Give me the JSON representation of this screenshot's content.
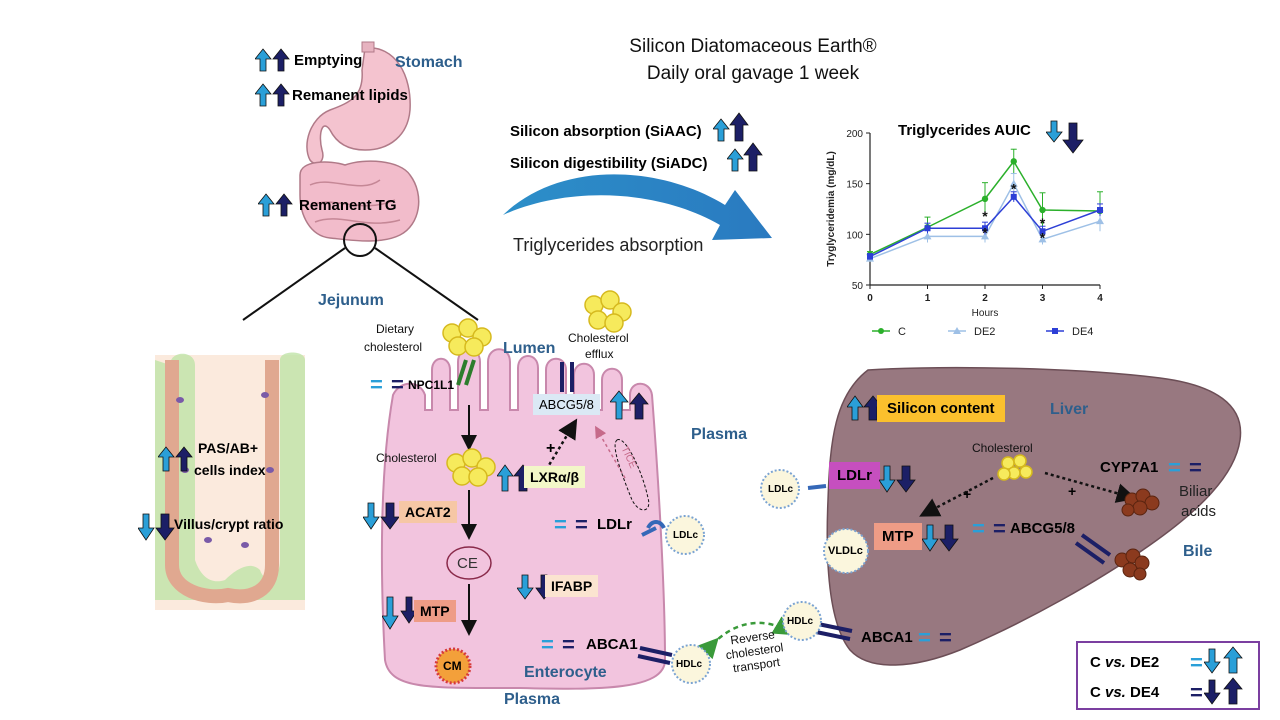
{
  "header": {
    "title_line1": "Silicon Diatomaceous Earth®",
    "title_line2": "Daily oral gavage 1 week"
  },
  "stomach": {
    "label": "Stomach",
    "emptying": "Emptying",
    "remanent_lipids": "Remanent lipids",
    "remanent_tg": "Remanent TG",
    "jejunum": "Jejunum"
  },
  "absorption": {
    "siaac": "Silicon absorption (SiAAC)",
    "siadc": "Silicon digestibility (SiADC)",
    "arrow_label": "Triglycerides absorption"
  },
  "chart_data": {
    "type": "line",
    "title": "Triglycerides AUIC",
    "xlabel": "Hours",
    "ylabel": "Tryglyceridemia (mg/dL)",
    "xlim": [
      0,
      4
    ],
    "ylim": [
      50,
      200
    ],
    "xticks": [
      0,
      1,
      2,
      3,
      4
    ],
    "yticks": [
      50,
      100,
      150,
      200
    ],
    "legend_position": "bottom",
    "series": [
      {
        "name": "C",
        "color": "#2bb02b",
        "marker": "circle",
        "x": [
          0,
          1,
          2,
          2.5,
          3,
          4
        ],
        "y": [
          80,
          107,
          135,
          172,
          124,
          123
        ],
        "err": [
          3,
          10,
          16,
          12,
          17,
          19
        ]
      },
      {
        "name": "DE2",
        "color": "#9ec0e6",
        "marker": "triangle",
        "x": [
          0,
          1,
          2,
          2.5,
          3,
          4
        ],
        "y": [
          76,
          98,
          98,
          150,
          95,
          113
        ],
        "err": [
          3,
          6,
          6,
          10,
          5,
          10
        ]
      },
      {
        "name": "DE4",
        "color": "#2d3fd6",
        "marker": "square",
        "x": [
          0,
          1,
          2,
          2.5,
          3,
          4
        ],
        "y": [
          78,
          106,
          106,
          137,
          103,
          124
        ],
        "err": [
          3,
          5,
          6,
          5,
          5,
          6
        ]
      }
    ],
    "annotations": [
      {
        "text": "*",
        "x": 2,
        "y": 118
      },
      {
        "text": "*",
        "x": 2,
        "y": 102
      },
      {
        "text": "*",
        "x": 2.5,
        "y": 145
      },
      {
        "text": "*",
        "x": 3,
        "y": 111
      },
      {
        "text": "*",
        "x": 3,
        "y": 97
      }
    ]
  },
  "villus": {
    "pas": "PAS/AB+",
    "cells": "cells index",
    "ratio": "Villus/crypt ratio"
  },
  "enterocyte": {
    "dietary": "Dietary",
    "cholesterol_word": "cholesterol",
    "npc1l1": "NPC1L1",
    "lumen": "Lumen",
    "cholesterol_efflux": "Cholesterol",
    "efflux": "efflux",
    "abcg58": "ABCG5/8",
    "cholesterol": "Cholesterol",
    "plus": "+",
    "lxr": "LXRα/β",
    "tice": "TICE",
    "acat2": "ACAT2",
    "ce": "CE",
    "ldlr": "LDLr",
    "ldlc": "LDLc",
    "ifabp": "IFABP",
    "mtp": "MTP",
    "abca1": "ABCA1",
    "cm": "CM",
    "enterocyte": "Enterocyte",
    "plasma_bottom": "Plasma"
  },
  "plasma": {
    "label": "Plasma",
    "hdlc": "HDLc",
    "reverse1": "Reverse",
    "reverse2": "cholesterol",
    "reverse3": "transport"
  },
  "liver": {
    "label": "Liver",
    "silicon_content": "Silicon content",
    "cholesterol": "Cholesterol",
    "cyp7a1": "CYP7A1",
    "ldlr": "LDLr",
    "ldlc": "LDLc",
    "plus1": "+",
    "plus2": "+",
    "biliar1": "Biliar",
    "biliar2": "acids",
    "mtp": "MTP",
    "vldlc": "VLDLc",
    "abcg58": "ABCG5/8",
    "bile": "Bile",
    "hdlc": "HDLc",
    "abca1": "ABCA1"
  },
  "legend_box": {
    "row1": "C vs. DE2",
    "row2": "C vs. DE4"
  },
  "colors": {
    "light_arrow": "#2a9fd8",
    "dark_arrow": "#1c1f66",
    "enterocyte": "#f2c4de",
    "liver": "#987880",
    "label_blue": "#2e5f8c",
    "legend_border": "#7b3fa0"
  }
}
